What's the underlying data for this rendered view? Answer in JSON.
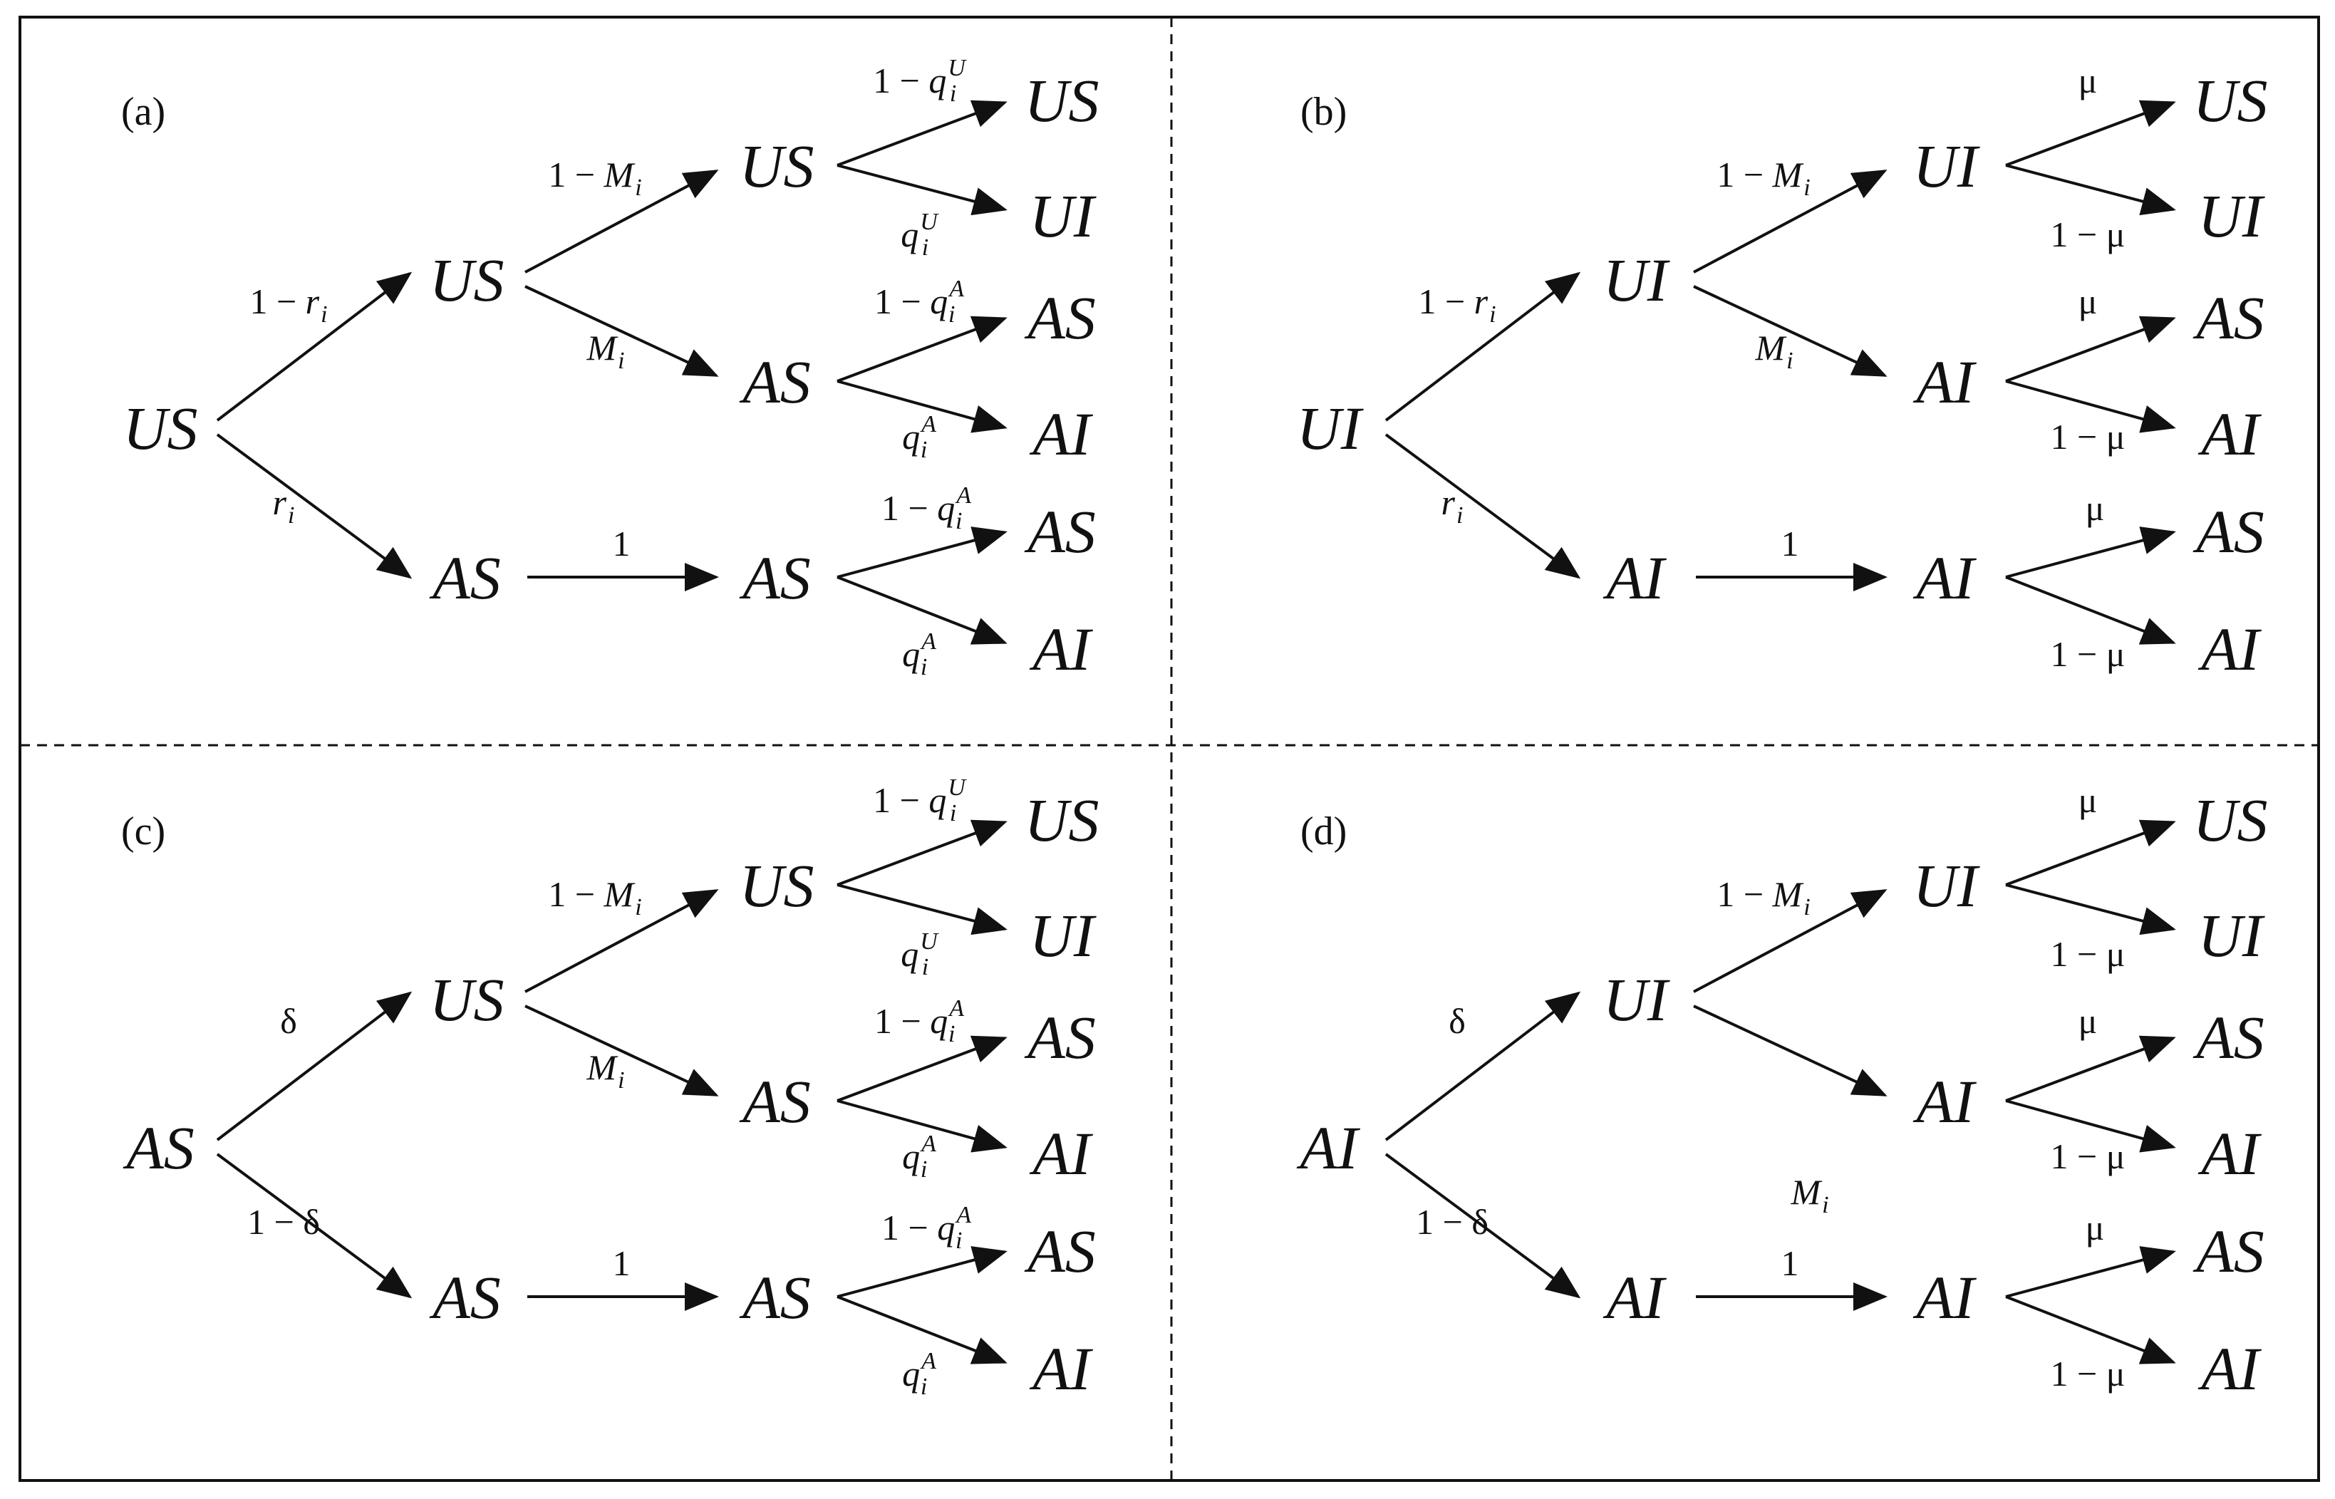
{
  "panels": [
    {
      "id": "a",
      "tag": "(a)",
      "nodes": {
        "root": "US",
        "m_up": "US",
        "m_dn": "AS",
        "g_uu": "US",
        "g_ud": "AS",
        "g_du": "AS",
        "l1": "US",
        "l2": "UI",
        "l3": "AS",
        "l4": "AI",
        "l5": "AS",
        "l6": "AI"
      },
      "labels": {
        "root_up": {
          "type": "one_minus",
          "sym": "r",
          "sub": "i"
        },
        "root_dn": {
          "type": "plain",
          "sym": "r",
          "sub": "i"
        },
        "mid_up": {
          "type": "one_minus",
          "sym": "M",
          "sub": "i"
        },
        "mid_dn": {
          "type": "plain",
          "sym": "M",
          "sub": "i"
        },
        "mid_one": {
          "type": "text",
          "text": "1"
        },
        "l1": {
          "type": "one_minus",
          "sym": "q",
          "sub": "i",
          "sup": "U"
        },
        "l2": {
          "type": "plain",
          "sym": "q",
          "sub": "i",
          "sup": "U"
        },
        "l3": {
          "type": "one_minus",
          "sym": "q",
          "sub": "i",
          "sup": "A"
        },
        "l4": {
          "type": "plain",
          "sym": "q",
          "sub": "i",
          "sup": "A"
        },
        "l5": {
          "type": "one_minus",
          "sym": "q",
          "sub": "i",
          "sup": "A"
        },
        "l6": {
          "type": "plain",
          "sym": "q",
          "sub": "i",
          "sup": "A"
        }
      }
    },
    {
      "id": "b",
      "tag": "(b)",
      "nodes": {
        "root": "UI",
        "m_up": "UI",
        "m_dn": "AI",
        "g_uu": "UI",
        "g_ud": "AI",
        "g_du": "AI",
        "l1": "US",
        "l2": "UI",
        "l3": "AS",
        "l4": "AI",
        "l5": "AS",
        "l6": "AI"
      },
      "labels": {
        "root_up": {
          "type": "one_minus",
          "sym": "r",
          "sub": "i"
        },
        "root_dn": {
          "type": "plain",
          "sym": "r",
          "sub": "i"
        },
        "mid_up": {
          "type": "one_minus",
          "sym": "M",
          "sub": "i"
        },
        "mid_dn": {
          "type": "plain",
          "sym": "M",
          "sub": "i"
        },
        "mid_one": {
          "type": "text",
          "text": "1"
        },
        "l1": {
          "type": "plain",
          "sym": "μ"
        },
        "l2": {
          "type": "one_minus",
          "sym": "μ"
        },
        "l3": {
          "type": "plain",
          "sym": "μ"
        },
        "l4": {
          "type": "one_minus",
          "sym": "μ"
        },
        "l5": {
          "type": "plain",
          "sym": "μ"
        },
        "l6": {
          "type": "one_minus",
          "sym": "μ"
        }
      }
    },
    {
      "id": "c",
      "tag": "(c)",
      "nodes": {
        "root": "AS",
        "m_up": "US",
        "m_dn": "AS",
        "g_uu": "US",
        "g_ud": "AS",
        "g_du": "AS",
        "l1": "US",
        "l2": "UI",
        "l3": "AS",
        "l4": "AI",
        "l5": "AS",
        "l6": "AI"
      },
      "labels": {
        "root_up": {
          "type": "plain",
          "sym": "δ"
        },
        "root_dn": {
          "type": "one_minus",
          "sym": "δ"
        },
        "mid_up": {
          "type": "one_minus",
          "sym": "M",
          "sub": "i"
        },
        "mid_dn": {
          "type": "plain",
          "sym": "M",
          "sub": "i"
        },
        "mid_one": {
          "type": "text",
          "text": "1"
        },
        "l1": {
          "type": "one_minus",
          "sym": "q",
          "sub": "i",
          "sup": "U"
        },
        "l2": {
          "type": "plain",
          "sym": "q",
          "sub": "i",
          "sup": "U"
        },
        "l3": {
          "type": "one_minus",
          "sym": "q",
          "sub": "i",
          "sup": "A"
        },
        "l4": {
          "type": "plain",
          "sym": "q",
          "sub": "i",
          "sup": "A"
        },
        "l5": {
          "type": "one_minus",
          "sym": "q",
          "sub": "i",
          "sup": "A"
        },
        "l6": {
          "type": "plain",
          "sym": "q",
          "sub": "i",
          "sup": "A"
        }
      }
    },
    {
      "id": "d",
      "tag": "(d)",
      "nodes": {
        "root": "AI",
        "m_up": "UI",
        "m_dn": "AI",
        "g_uu": "UI",
        "g_ud": "AI",
        "g_du": "AI",
        "l1": "US",
        "l2": "UI",
        "l3": "AS",
        "l4": "AI",
        "l5": "AS",
        "l6": "AI"
      },
      "labels": {
        "root_up": {
          "type": "plain",
          "sym": "δ"
        },
        "root_dn": {
          "type": "one_minus",
          "sym": "δ"
        },
        "mid_up": {
          "type": "one_minus",
          "sym": "M",
          "sub": "i"
        },
        "mid_dn": {
          "type": "plain",
          "sym": "M",
          "sub": "i"
        },
        "mid_one": {
          "type": "text",
          "text": "1"
        },
        "l1": {
          "type": "plain",
          "sym": "μ"
        },
        "l2": {
          "type": "one_minus",
          "sym": "μ"
        },
        "l3": {
          "type": "plain",
          "sym": "μ"
        },
        "l4": {
          "type": "one_minus",
          "sym": "μ"
        },
        "l5": {
          "type": "plain",
          "sym": "μ"
        },
        "l6": {
          "type": "one_minus",
          "sym": "μ"
        }
      }
    }
  ]
}
